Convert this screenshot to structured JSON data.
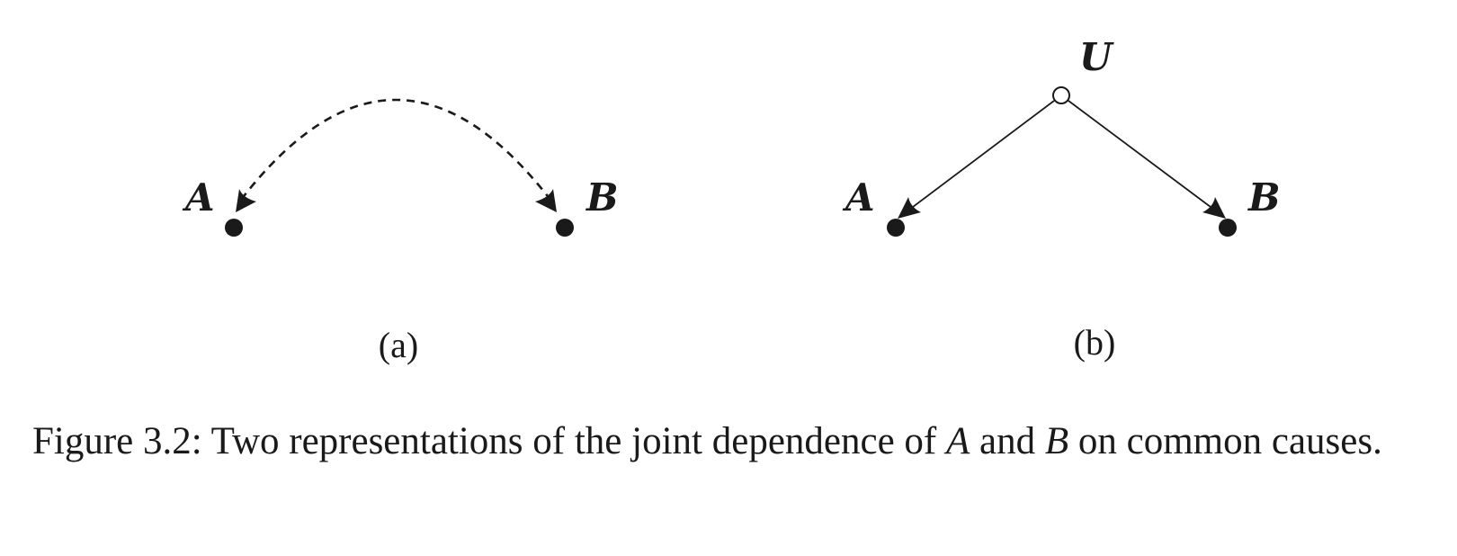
{
  "panel_a": {
    "node_a_label": "A",
    "node_b_label": "B",
    "sublabel": "(a)"
  },
  "panel_b": {
    "node_u_label": "U",
    "node_a_label": "A",
    "node_b_label": "B",
    "sublabel": "(b)"
  },
  "caption": {
    "prefix": "Figure 3.2: Two representations of the joint dependence of ",
    "var_a": "A",
    "middle": " and ",
    "var_b": "B",
    "suffix": " on common causes."
  },
  "colors": {
    "ink": "#1a1a1a",
    "background": "#ffffff"
  }
}
